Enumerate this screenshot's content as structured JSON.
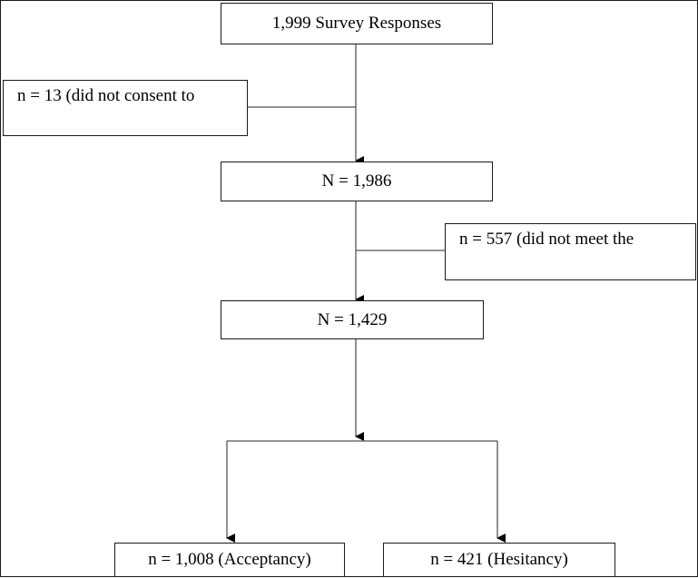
{
  "flow": {
    "start": "1,999 Survey Responses",
    "exclusion_1": "n = 13 (did not consent to",
    "step_1": "N = 1,986",
    "exclusion_2": "n = 557 (did not meet the",
    "step_2": "N = 1,429",
    "outcome_left": "n = 1,008 (Acceptancy)",
    "outcome_right": "n = 421 (Hesitancy)"
  }
}
